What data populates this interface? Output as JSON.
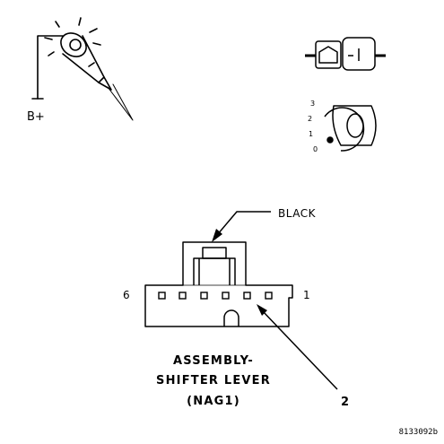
{
  "test_light": {
    "icon": "test-light-icon",
    "power_label": "B+"
  },
  "ignition": {
    "connector_icon": "disconnected-connector-icon",
    "key_icon": "ignition-key-icon",
    "positions": [
      "3",
      "2",
      "1",
      "0"
    ]
  },
  "connector": {
    "color_callout": "BLACK",
    "pin_left": "6",
    "pin_right": "1",
    "callout_number": "2",
    "caption_line1": "ASSEMBLY-",
    "caption_line2": "SHIFTER LEVER",
    "caption_line3": "(NAG1)"
  },
  "figure_id": "8133092b"
}
